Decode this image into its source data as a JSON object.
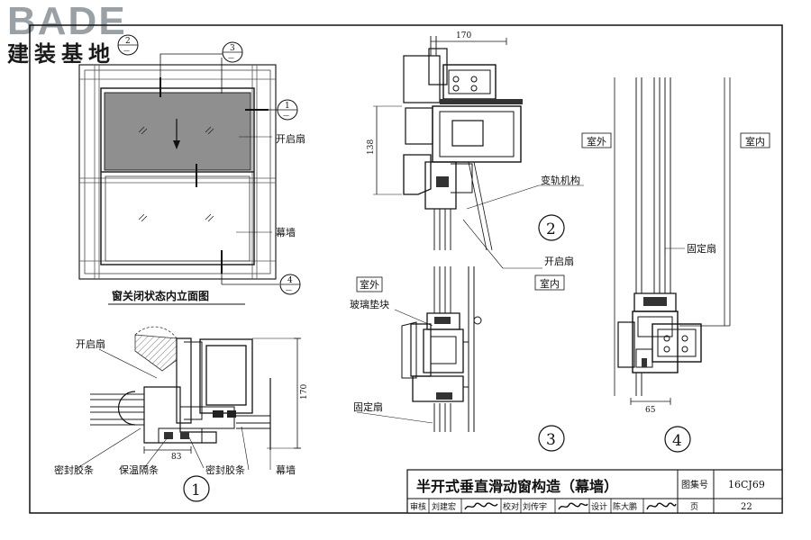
{
  "logo": {
    "brand": "BADE",
    "subtitle": "建装基地"
  },
  "title_block": {
    "title": "半开式垂直滑动窗构造（幕墙）",
    "atlas_label": "图集号",
    "atlas_no": "16CJ69",
    "review_label": "审核",
    "reviewer": "刘建宏",
    "check_label": "校对",
    "checker": "刘传宇",
    "design_label": "设计",
    "designer": "陈大鹏",
    "page_label": "页",
    "page_no": "22"
  },
  "elevation": {
    "caption": "窗关闭状态内立面图",
    "label_open_sash": "开启扇",
    "label_curtain_wall": "幕墙",
    "callouts": [
      {
        "num": "2",
        "sub": "—"
      },
      {
        "num": "3",
        "sub": "—"
      },
      {
        "num": "1",
        "sub": "—"
      },
      {
        "num": "4",
        "sub": "—"
      }
    ]
  },
  "detail1": {
    "number": "1",
    "label_open_sash": "开启扇",
    "label_seal_left": "密封胶条",
    "label_thermal_strip": "保温隔条",
    "label_seal_right": "密封胶条",
    "label_curtain_wall": "幕墙",
    "dim_height": "170",
    "dim_width": "83"
  },
  "detail2": {
    "number": "2",
    "dim_width": "170",
    "dim_height": "138",
    "label_track": "变轨机构",
    "label_open_sash": "开启扇"
  },
  "detail3": {
    "number": "3",
    "label_outside": "室外",
    "label_inside": "室内",
    "label_glass_block": "玻璃垫块",
    "label_fixed_sash": "固定扇"
  },
  "detail4": {
    "number": "4",
    "label_outside": "室外",
    "label_inside": "室内",
    "label_fixed_sash": "固定扇",
    "dim_width": "65"
  }
}
